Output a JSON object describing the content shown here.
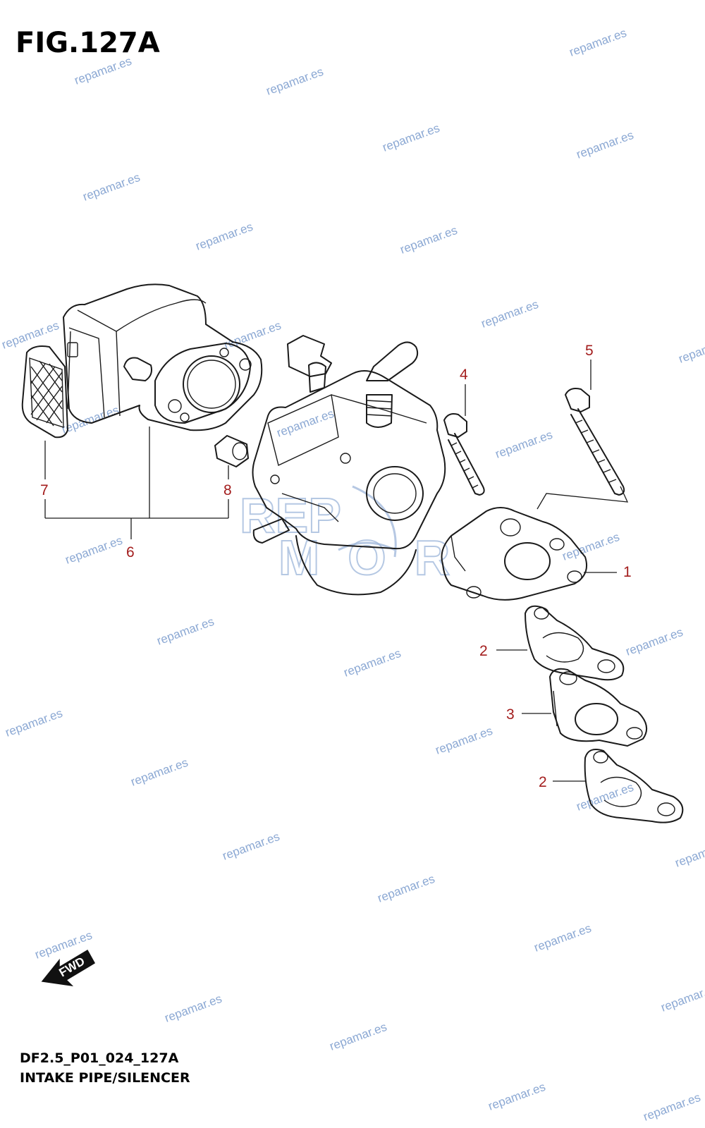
{
  "figure": {
    "title": "FIG.127A",
    "code": "DF2.5_P01_024_127A",
    "caption": "INTAKE PIPE/SILENCER"
  },
  "watermark": {
    "text": "repamar.es",
    "logo_top": "REP",
    "logo_bottom": "MOR"
  },
  "direction_badge": "FWD",
  "callouts": [
    "1",
    "2",
    "3",
    "4",
    "5",
    "6",
    "7",
    "8",
    "2"
  ],
  "colors": {
    "callout": "#a31d1d",
    "watermark": "#7f9fcf",
    "line": "#1a1a1a"
  }
}
